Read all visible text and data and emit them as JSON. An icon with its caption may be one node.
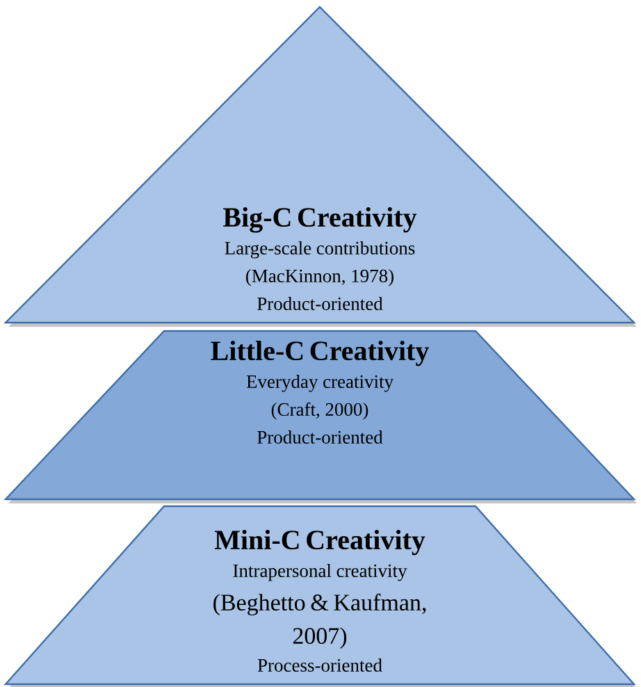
{
  "diagram": {
    "nodes": [
      {
        "text": [
          "Big-C Creativity",
          "Large-scale contributions",
          "(MacKinnon, 1978)",
          "Product-oriented"
        ]
      },
      {
        "text": [
          "Little-C Creativity",
          "Everyday creativity",
          "(Craft, 2000)",
          "Product-oriented"
        ]
      },
      {
        "text": [
          "Mini-C Creativity",
          "Intrapersonal creativity",
          "(Beghetto & Kaufman, 2007)",
          "Process-oriented"
        ]
      }
    ]
  }
}
